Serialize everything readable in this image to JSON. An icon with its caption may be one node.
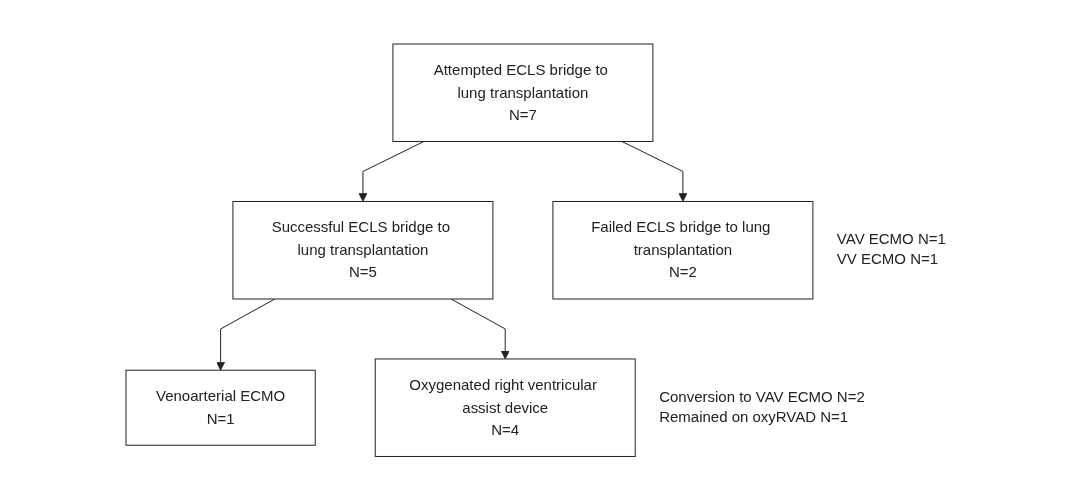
{
  "diagram": {
    "nodes": [
      {
        "text": [
          "Attempted ECLS bridge to lung transplantation",
          "N=7"
        ]
      },
      {
        "text": [
          "Successful ECLS bridge to lung transplantation",
          "N=5"
        ]
      },
      {
        "text": [
          "Failed ECLS bridge to lung transplantation",
          "N=2"
        ],
        "beside": [
          "VAV ECMO N=1",
          "VV ECMO N=1"
        ]
      },
      {
        "text": [
          "Venoarterial ECMO",
          "N=1"
        ]
      },
      {
        "text": [
          "Oxygenated right ventricular assist device",
          "N=4"
        ],
        "beside": [
          "Conversion to VAV ECMO N=2",
          "Remained on oxyRVAD N=1"
        ]
      }
    ],
    "edges": [
      {
        "from": 0,
        "to": 1,
        "arrow": "to"
      },
      {
        "from": 0,
        "to": 2,
        "arrow": "to"
      },
      {
        "from": 1,
        "to": 3,
        "arrow": "to"
      },
      {
        "from": 1,
        "to": 4,
        "arrow": "to"
      }
    ]
  }
}
